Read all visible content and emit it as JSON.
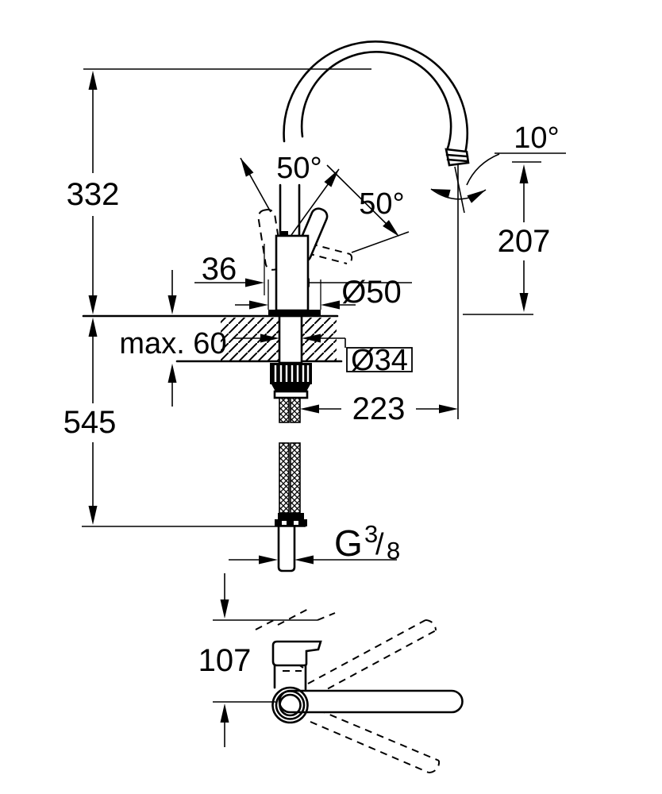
{
  "drawing": {
    "type": "faucet-dimensional-drawing",
    "colors": {
      "background": "#ffffff",
      "line": "#000000"
    },
    "dimensions": {
      "spout_height": "332",
      "height_below_counter": "545",
      "counter_thickness": "max. 60",
      "lever_offset": "36",
      "base_diameter": "Ø50",
      "shank_diameter": "Ø34",
      "spout_projection": "223",
      "outlet_height": "207",
      "outlet_swivel_angle": "10°",
      "lever_angle_up": "50°",
      "lever_angle_down": "50°",
      "top_view_height": "107",
      "thread": {
        "g": "G",
        "numerator": "3",
        "slash": "/",
        "denominator": "8"
      }
    }
  }
}
